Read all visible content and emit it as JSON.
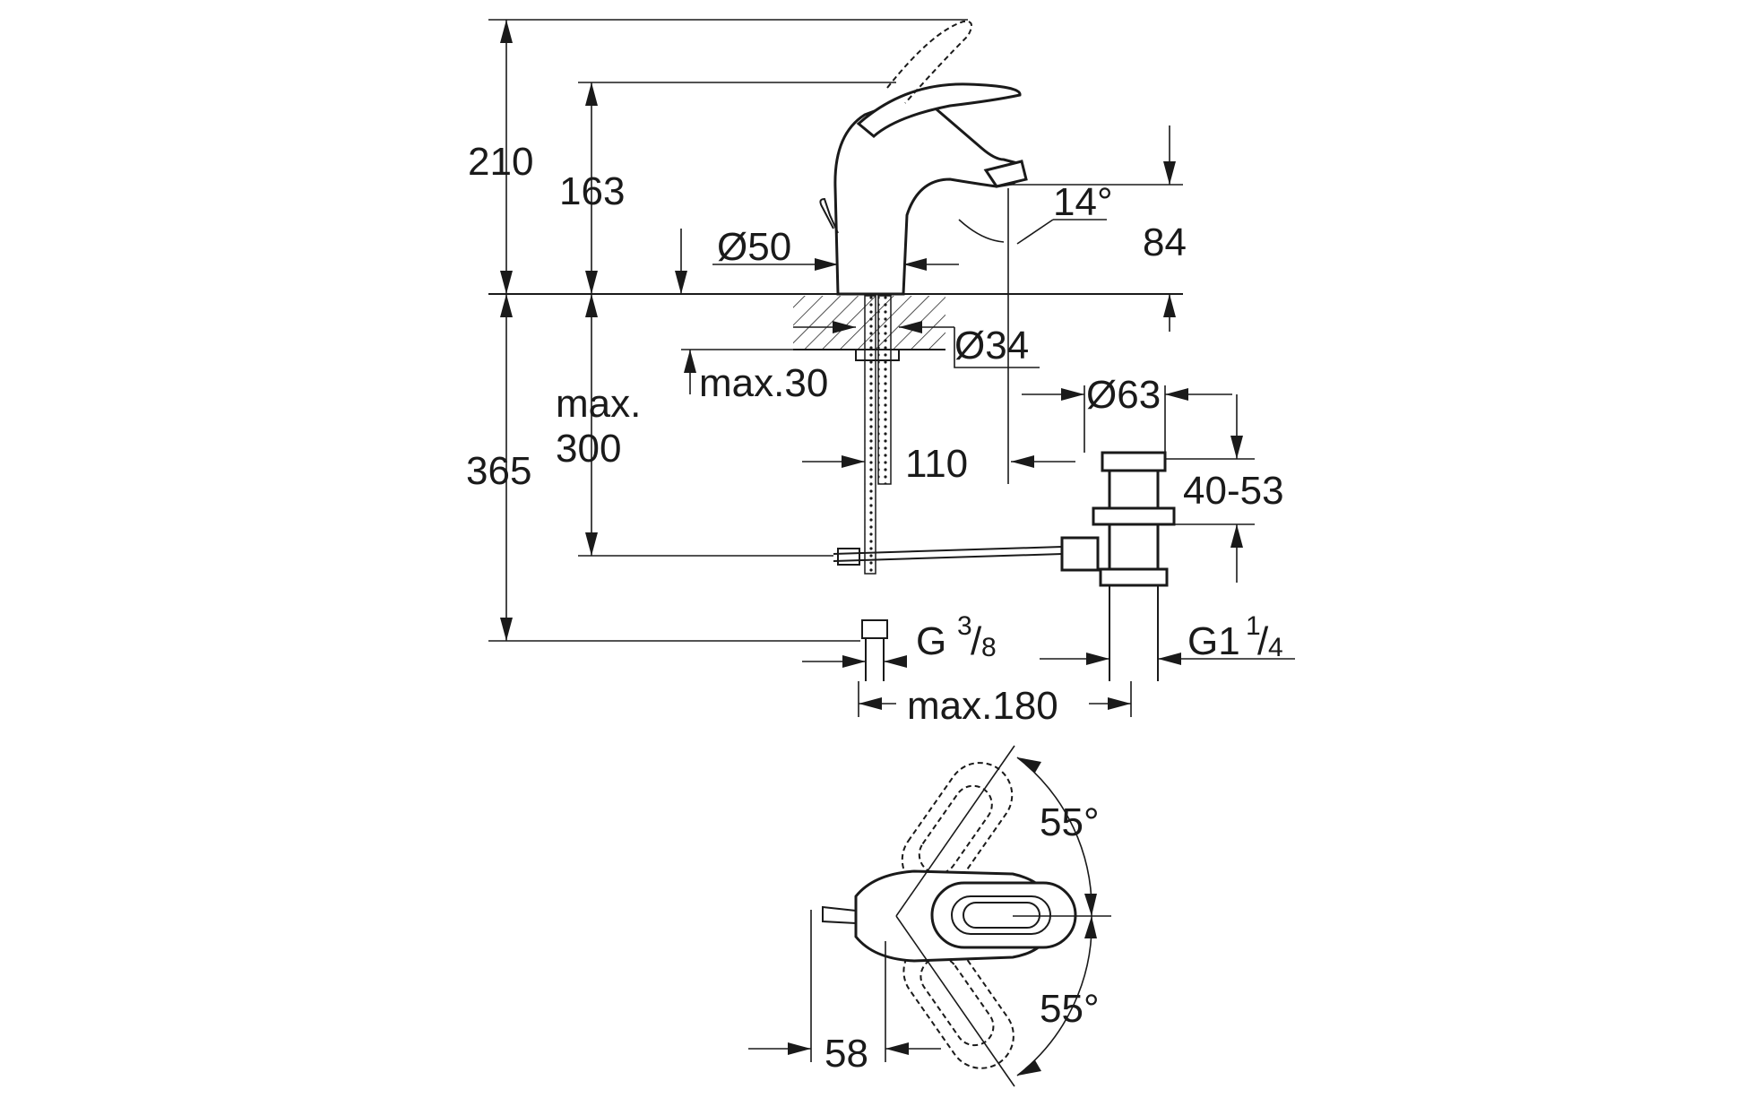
{
  "dimensions": {
    "height_total": "210",
    "height_spout": "163",
    "spout_diameter": "Ø50",
    "angle": "14°",
    "spout_height": "84",
    "hole_diameter": "Ø34",
    "max_thickness": "max.30",
    "max_length_a": "max.",
    "max_length_b": "300",
    "below_counter": "365",
    "waste_diameter": "Ø63",
    "reach": "110",
    "waste_range": "40-53",
    "supply_thread": "G",
    "supply_thread_frac_num": "3",
    "supply_thread_frac_den": "8",
    "waste_thread": "G1",
    "waste_thread_frac_num": "1",
    "waste_thread_frac_den": "4",
    "max_offset": "max.180",
    "angle_left": "55°",
    "angle_right": "55°",
    "lever_length": "58"
  },
  "colors": {
    "line": "#1a1a1a",
    "background": "#ffffff"
  }
}
